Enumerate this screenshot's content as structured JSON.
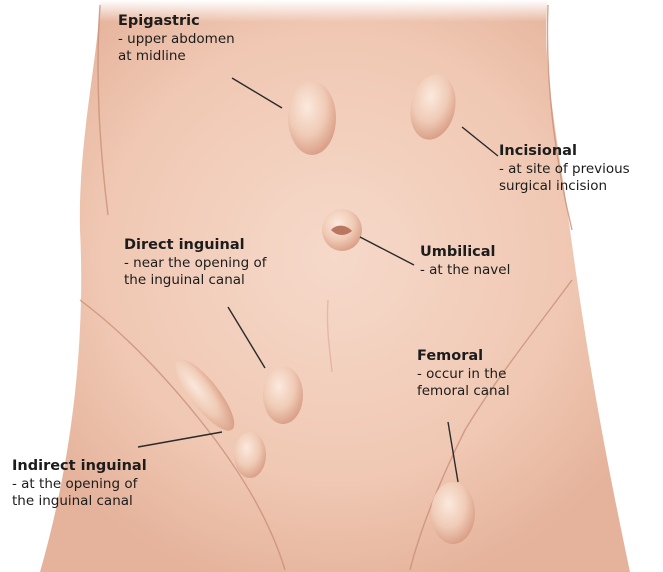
{
  "labels": {
    "epigastric": {
      "title": "Epigastric",
      "desc": "- upper abdomen\nat midline"
    },
    "incisional": {
      "title": "Incisional",
      "desc": "- at site of previous\nsurgical incision"
    },
    "direct_inguinal": {
      "title": "Direct inguinal",
      "desc": "- near the opening of\nthe inguinal canal"
    },
    "umbilical": {
      "title": "Umbilical",
      "desc": "- at the navel"
    },
    "femoral": {
      "title": "Femoral",
      "desc": "- occur in the\nfemoral canal"
    },
    "indirect_inguinal": {
      "title": "Indirect inguinal",
      "desc": "- at the opening of\nthe inguinal canal"
    }
  },
  "colors": {
    "skin": "#f0c8b3",
    "skin_shadow": "#d99e86",
    "text": "#1c1c1c",
    "leader": "#2a2a2a"
  }
}
